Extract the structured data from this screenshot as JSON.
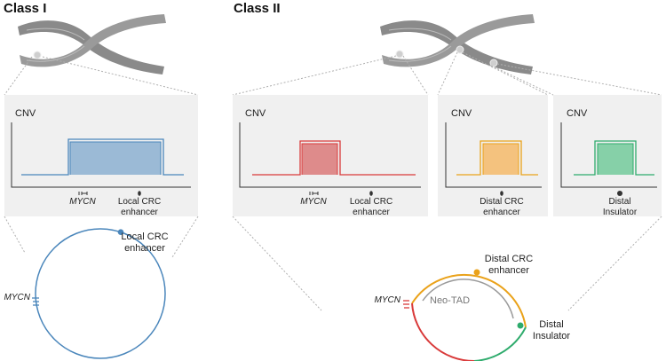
{
  "class1": {
    "title": "Class I",
    "cnv_panel": {
      "axis_label": "CNV",
      "gene_label": "MYCN",
      "enhancer_label": [
        "Local CRC",
        "enhancer"
      ]
    },
    "circle": {
      "gene_label": "MYCN",
      "enhancer_label": [
        "Local CRC",
        "enhancer"
      ]
    }
  },
  "class2": {
    "title": "Class II",
    "panels": [
      {
        "axis_label": "CNV",
        "gene_label": "MYCN",
        "element_label": [
          "Local CRC",
          "enhancer"
        ]
      },
      {
        "axis_label": "CNV",
        "element_label": [
          "Distal CRC",
          "enhancer"
        ]
      },
      {
        "axis_label": "CNV",
        "element_label": [
          "Distal",
          "Insulator"
        ]
      }
    ],
    "circle": {
      "gene_label": "MYCN",
      "tad_label": "Neo-TAD",
      "enhancer_label": [
        "Distal CRC",
        "enhancer"
      ],
      "insulator_label": [
        "Distal",
        "Insulator"
      ]
    }
  },
  "colors": {
    "blue": "#4a86bb",
    "blue_fill": "#9bbad6",
    "red": "#d93a3a",
    "red_fill": "#de8b8b",
    "orange": "#eaa21a",
    "orange_fill": "#f4c27e",
    "green": "#2eab6c",
    "green_fill": "#86d0a8",
    "panel_bg": "#f0f0f0",
    "chromosome": "#8a8a8a",
    "tad_arc": "#9a9a9a"
  }
}
